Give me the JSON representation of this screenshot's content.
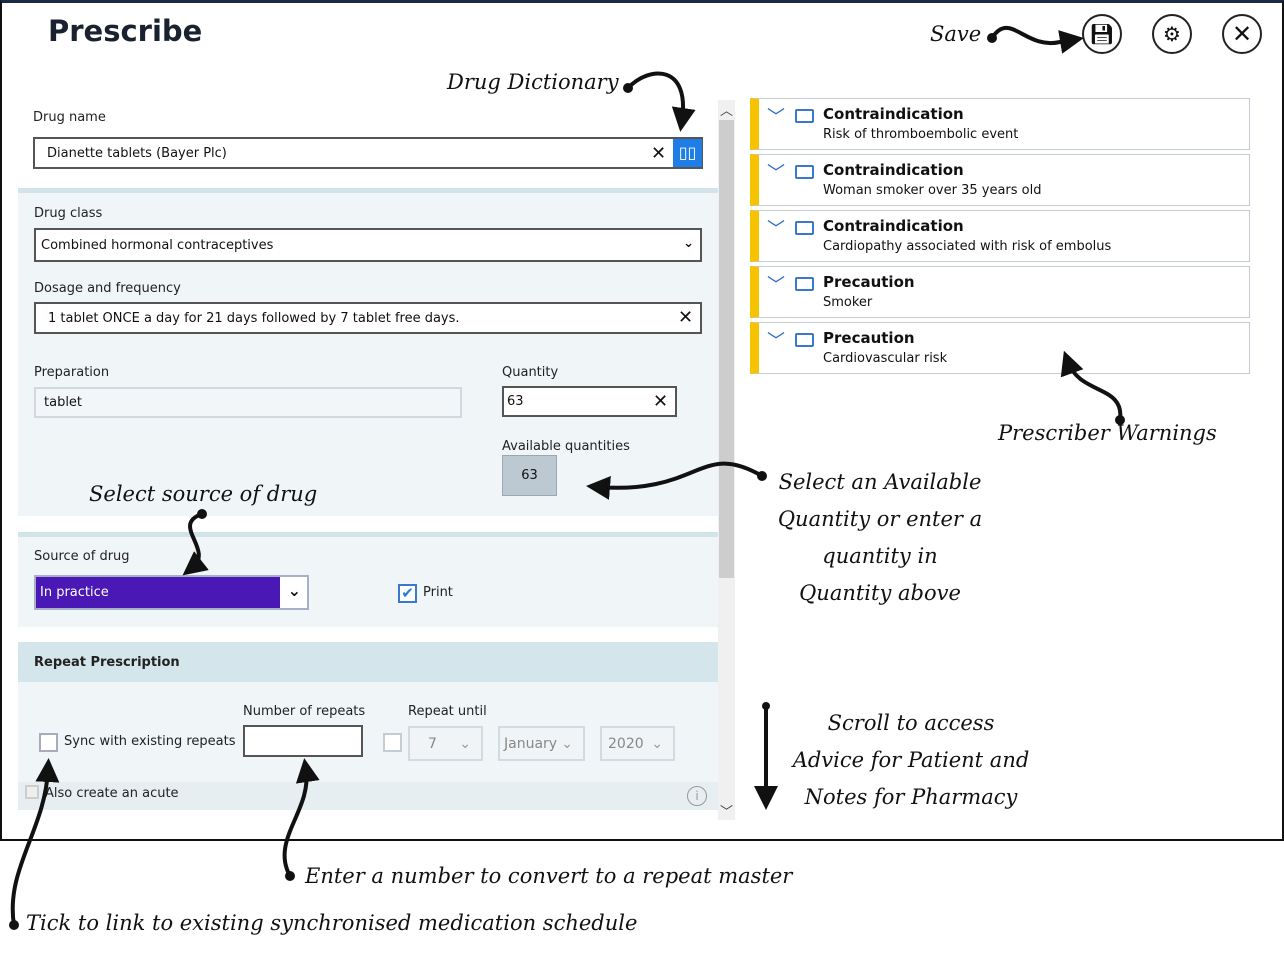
{
  "header": {
    "title": "Prescribe",
    "save_icon": "save-icon",
    "settings_icon": "gear-icon",
    "close_icon": "close-icon"
  },
  "form": {
    "drug_name_label": "Drug name",
    "drug_name_value": "Dianette tablets (Bayer Plc)",
    "drug_class_label": "Drug class",
    "drug_class_value": "Combined hormonal contraceptives",
    "dosage_label": "Dosage and frequency",
    "dosage_value": "1 tablet ONCE a day for 21 days followed by 7 tablet free days.",
    "preparation_label": "Preparation",
    "preparation_value": "tablet",
    "quantity_label": "Quantity",
    "quantity_value": "63",
    "available_label": "Available quantities",
    "available_values": [
      "63"
    ],
    "source_label": "Source of drug",
    "source_value": "In practice",
    "source_color": "#4a18b4",
    "print_label": "Print",
    "print_checked": true
  },
  "repeat": {
    "header": "Repeat Prescription",
    "sync_label": "Sync with existing repeats",
    "number_label": "Number of repeats",
    "number_value": "",
    "until_label": "Repeat until",
    "day": "7",
    "month": "January",
    "year": "2020",
    "acute_label": "Also create an acute"
  },
  "warnings": [
    {
      "type": "Contraindication",
      "text": "Risk of thromboembolic event"
    },
    {
      "type": "Contraindication",
      "text": "Woman smoker over 35 years old"
    },
    {
      "type": "Contraindication",
      "text": "Cardiopathy associated with risk of embolus"
    },
    {
      "type": "Precaution",
      "text": "Smoker"
    },
    {
      "type": "Precaution",
      "text": "Cardiovascular risk"
    }
  ],
  "annotations": {
    "save": "Save",
    "drug_dictionary": "Drug Dictionary",
    "prescriber_warnings": "Prescriber Warnings",
    "available": [
      "Select an Available",
      "Quantity or enter a",
      "quantity in",
      "Quantity above"
    ],
    "source": "Select source of drug",
    "scroll": [
      "Scroll to access",
      "Advice for Patient and",
      "Notes for Pharmacy"
    ],
    "repeats": "Enter a number to convert to a repeat master",
    "sync": "Tick to link to existing synchronised medication schedule"
  }
}
